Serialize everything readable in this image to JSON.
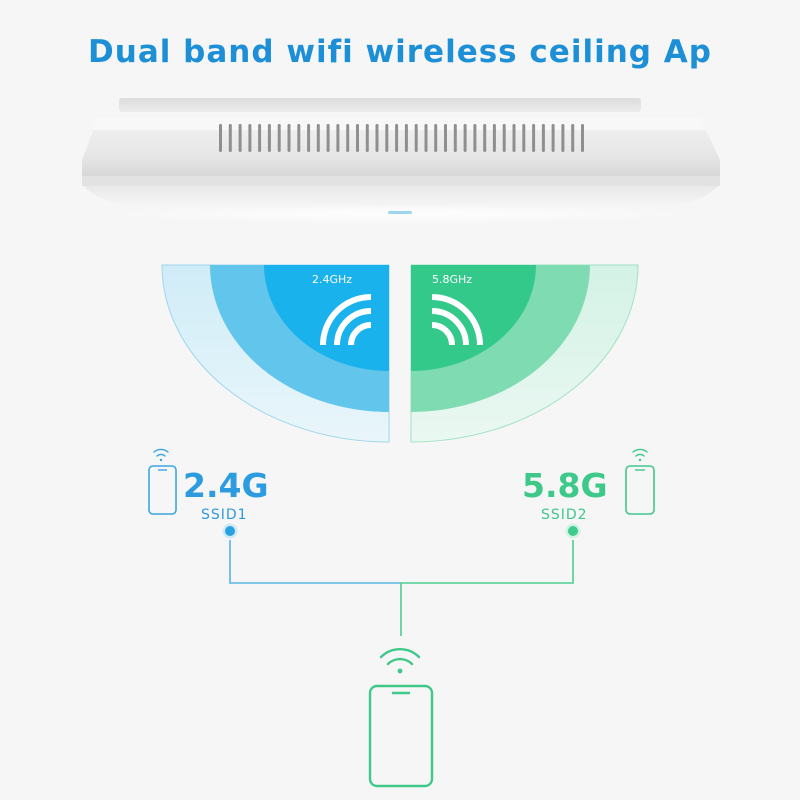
{
  "title": "Dual band wifi wireless ceiling Ap",
  "colors": {
    "title": "#1c8fd6",
    "blue": "#28a8e4",
    "blue_light": "#c6e9f6",
    "blue_mid": "#62c5ec",
    "blue_dark": "#19b2ec",
    "green": "#3ec88a",
    "green_light": "#cdf0e2",
    "green_mid": "#7fdcb2",
    "green_dark": "#33c98b",
    "line": "#58b4e4",
    "line_green": "#4ccf90"
  },
  "band_left": {
    "freq_label": "2.4GHz",
    "name": "2.4G",
    "ssid": "SSID1",
    "icon": "wifi-icon"
  },
  "band_right": {
    "freq_label": "5.8GHz",
    "name": "5.8G",
    "ssid": "SSID2",
    "icon": "wifi-icon"
  },
  "client": {
    "icon": "smartphone-icon"
  }
}
